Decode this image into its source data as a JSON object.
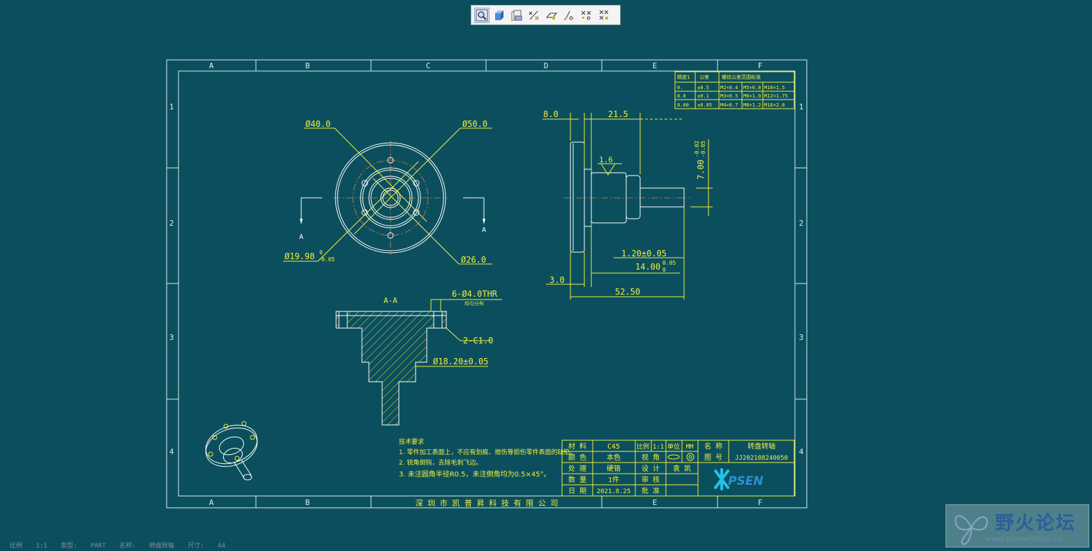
{
  "toolbar": {
    "buttons": [
      {
        "name": "zoom-fit-button",
        "icon": "magnifier-icon"
      },
      {
        "name": "shaded-view-button",
        "icon": "cube-icon"
      },
      {
        "name": "saved-views-button",
        "icon": "pages-icon"
      },
      {
        "name": "datum-axes-button",
        "icon": "axes-icon"
      },
      {
        "name": "datum-planes-button",
        "icon": "plane-icon"
      },
      {
        "name": "datum-points-button",
        "icon": "point-icon"
      },
      {
        "name": "coord-sys-button",
        "icon": "coordinate-icon"
      },
      {
        "name": "annotations-button",
        "icon": "annotation-icon"
      }
    ]
  },
  "drawing": {
    "zone_cols": [
      "A",
      "B",
      "C",
      "D",
      "E",
      "F"
    ],
    "zone_rows": [
      "1",
      "2",
      "3",
      "4"
    ],
    "company_name": "深 圳 市 凯 普 昇 科 技 有 限 公 司",
    "tolerance_table": [
      [
        "精度1",
        "公差",
        "螺纹公差范围标准"
      ],
      [
        "0.",
        "±0.5",
        "M2×0.4",
        "M5×0.8",
        "M10×1.5"
      ],
      [
        "0.0",
        "±0.1",
        "M3×0.5",
        "M6×1.0",
        "M12×1.75"
      ],
      [
        "0.00",
        "±0.05",
        "M4×0.7",
        "M8×1.2",
        "M16×2.0"
      ]
    ],
    "front_view": {
      "dim_d40": "Ø40.0",
      "dim_d50": "Ø50.0",
      "dim_d19": "Ø19.98",
      "dim_d19_tol_upper": "0",
      "dim_d19_tol_lower": "-0.05",
      "dim_d26": "Ø26.0",
      "section_mark_left": "A",
      "section_mark_right": "A"
    },
    "side_view": {
      "dim_8": "8.0",
      "dim_21_5": "21.5",
      "dim_7": "7.00",
      "dim_7_tol_upper": "-0.02",
      "dim_7_tol_lower": "-0.05",
      "roughness": "1.6",
      "dim_1_20": "1.20±0.05",
      "dim_14": "14.00",
      "dim_14_tol_upper": "0.05",
      "dim_14_tol_lower": "0",
      "dim_3": "3.0",
      "dim_52_5": "52.50"
    },
    "section_view": {
      "title": "A-A",
      "holes": "6-Ø4.0THR",
      "holes_note": "均匀分布",
      "chamfer": "2-C1.0",
      "dim_d18": "Ø18.20±0.05"
    },
    "tech_notes": {
      "title": "技术要求",
      "items": [
        "1. 零件加工表面上，不应有划痕、擦伤等损伤零件表面的缺陷。",
        "2. 锐角倒钝，去除毛刺飞边。",
        "3. 未注圆角半径R0.5，未注倒角均为0.5×45°。"
      ]
    },
    "title_block": {
      "material_label": "材 料",
      "material": "C45",
      "scale_label": "比例",
      "scale": "1:1",
      "unit_label": "单位",
      "unit": "MM",
      "name_label": "名 称",
      "name": "转盘转轴",
      "color_label": "颜 色",
      "color": "本色",
      "view_label": "视 角",
      "drawing_no_label": "图 号",
      "drawing_no": "JJ202108240050",
      "process_label": "处 理",
      "process": "硬铬",
      "design_label": "设 计",
      "designer": "袁 凯",
      "qty_label": "数 量",
      "qty": "1件",
      "review_label": "审 核",
      "date_label": "日 期",
      "date": "2021.8.25",
      "approve_label": "批 准",
      "logo": "PSEN"
    }
  },
  "status_bar": {
    "scale_label": "比例",
    "scale": "1:1",
    "type_label": "类型:",
    "type": "PART",
    "name_label": "名称:",
    "name": "转盘转轴",
    "size_label": "尺寸:",
    "size": "A4"
  },
  "watermark": {
    "text": "野火论坛",
    "url": "www.proewildfire.cn"
  },
  "colors": {
    "background": "#0b4f5e",
    "frame": "#d8eef0",
    "dimension": "#f2ee3c",
    "geometry": "#ffffff",
    "centerline": "#e07a3c"
  }
}
